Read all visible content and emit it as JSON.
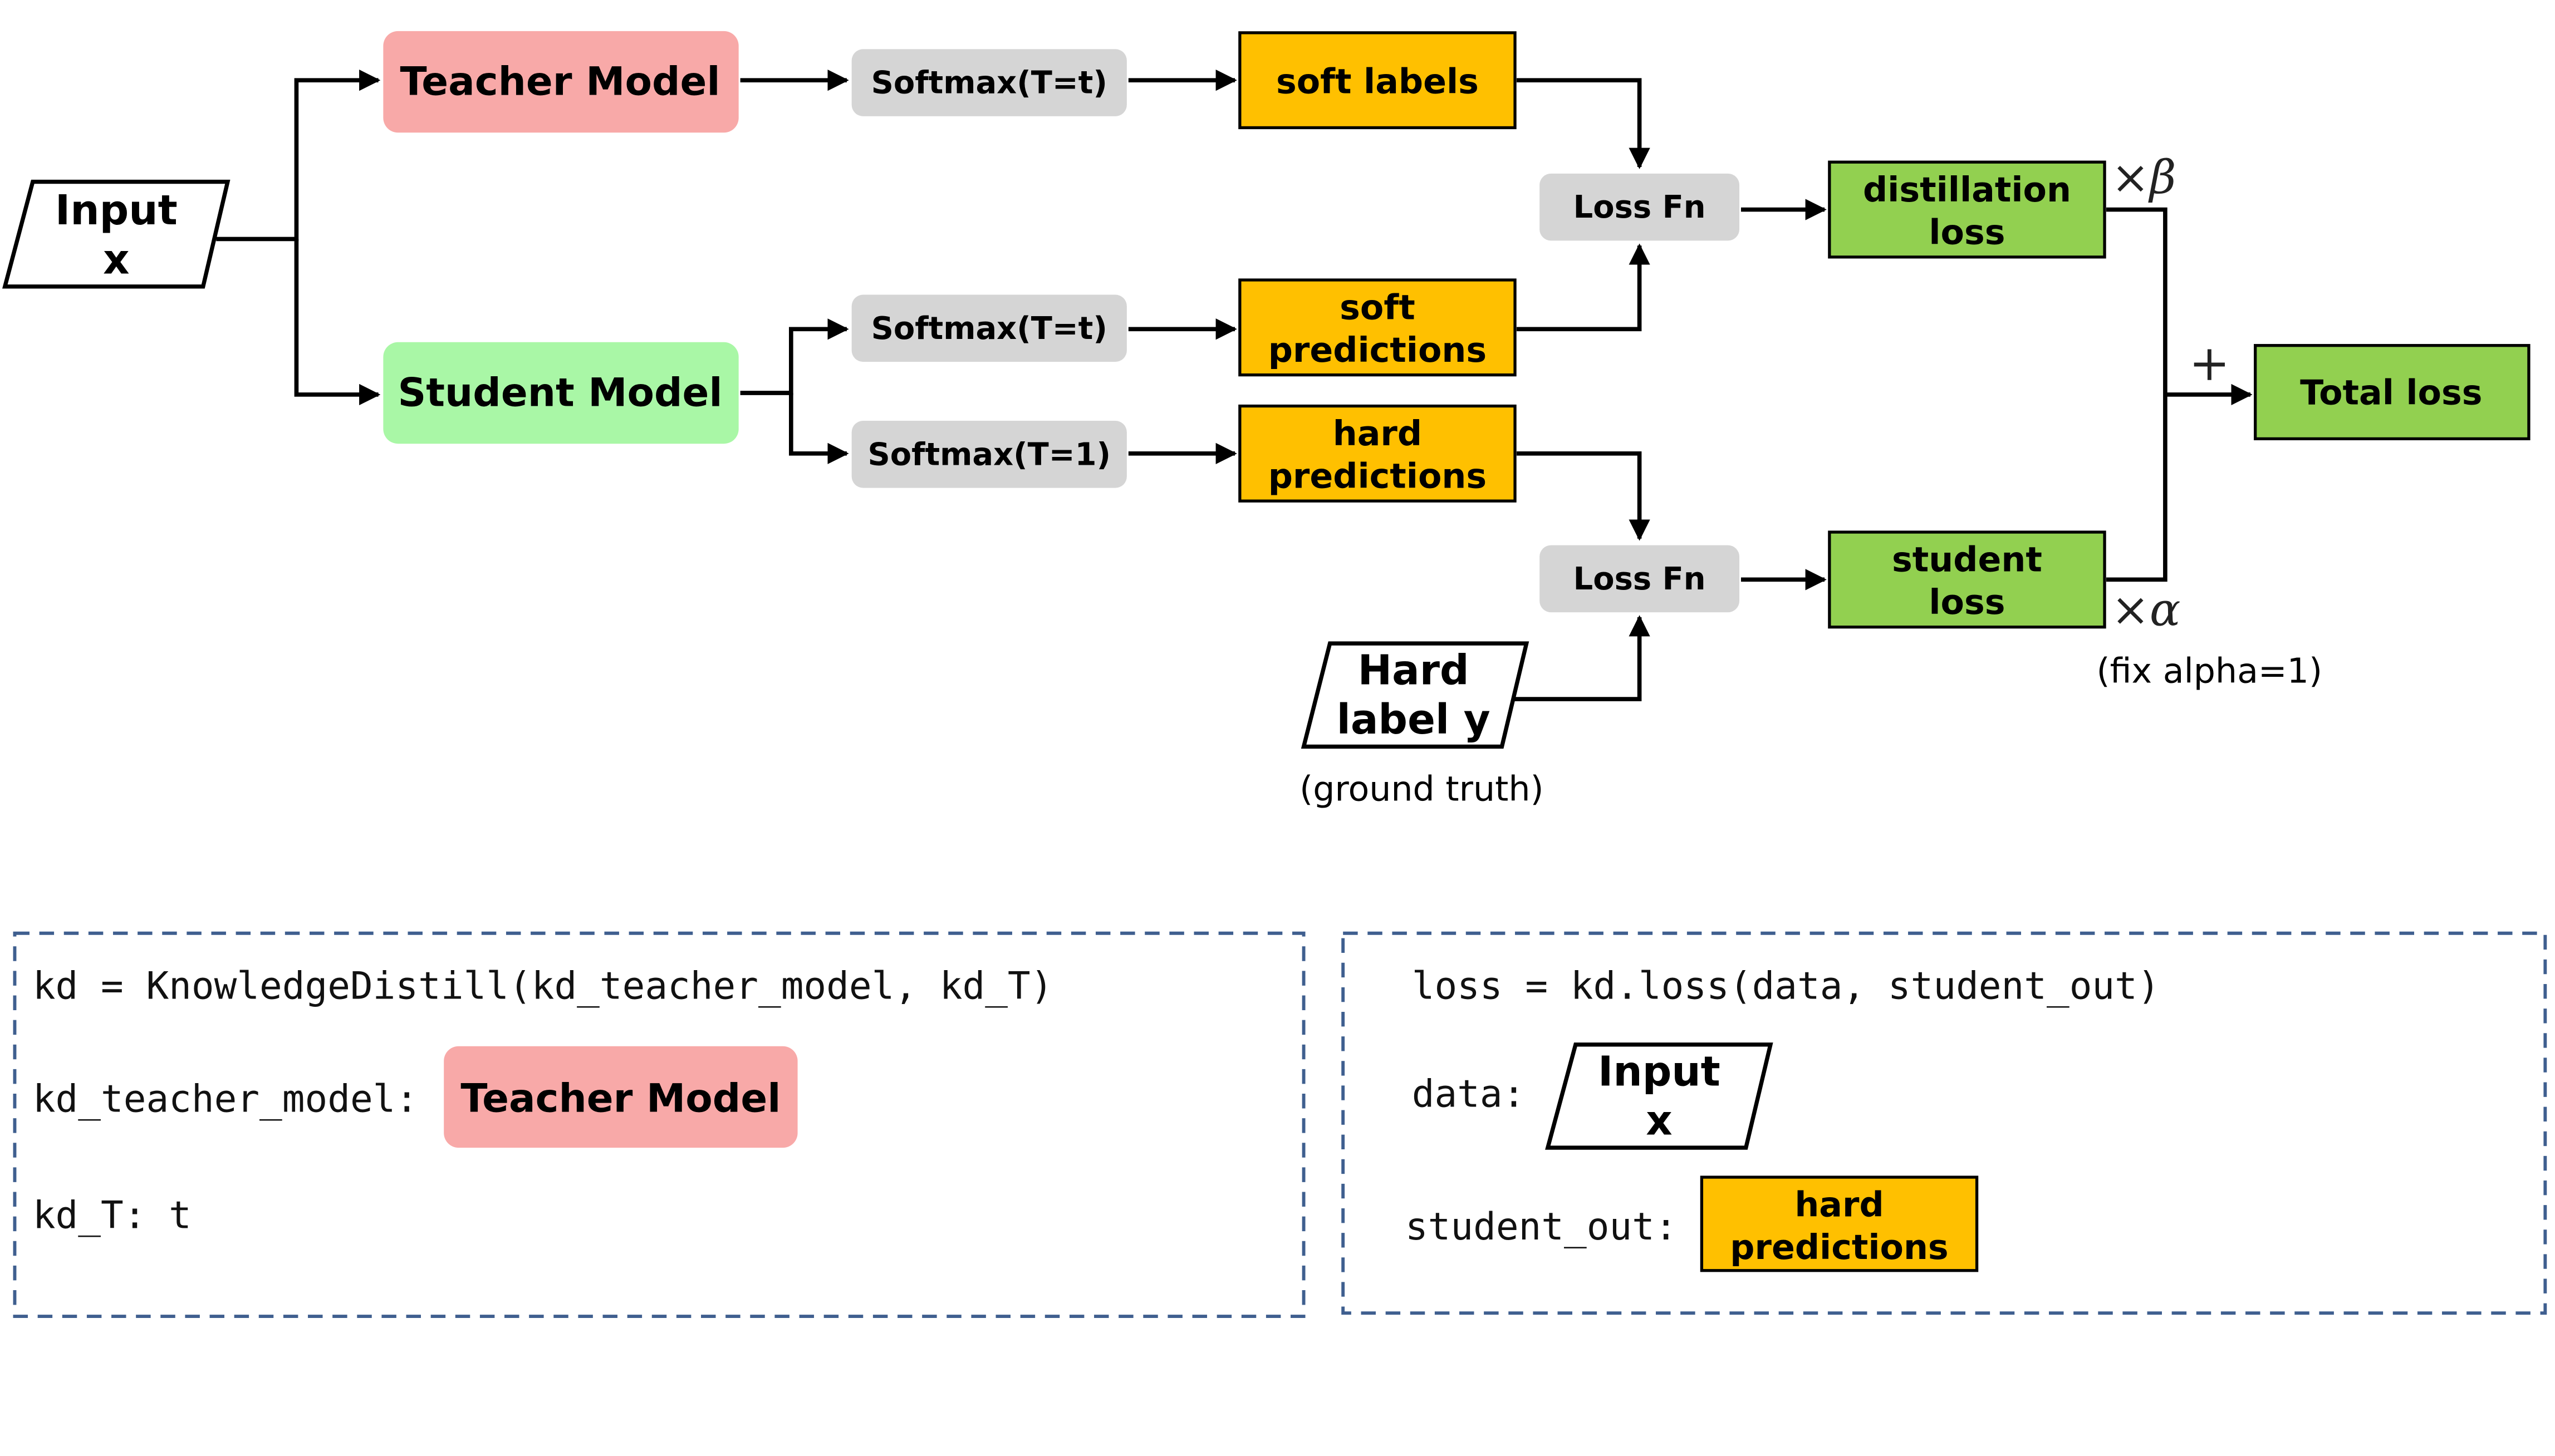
{
  "colors": {
    "teacher": "#f8a9a8",
    "student": "#a9f7a6",
    "softmax": "#d5d5d5",
    "orange": "#ffc000",
    "green": "#92d050",
    "dashed_border": "#3f5f8f"
  },
  "diagram": {
    "input": [
      "Input",
      "x"
    ],
    "teacher": "Teacher Model",
    "student": "Student Model",
    "softmax_teacher": "Softmax(T=t)",
    "softmax_student_soft": "Softmax(T=t)",
    "softmax_student_hard": "Softmax(T=1)",
    "soft_labels": "soft labels",
    "soft_predictions": [
      "soft",
      "predictions"
    ],
    "hard_predictions": [
      "hard",
      "predictions"
    ],
    "loss_fn_top": "Loss Fn",
    "loss_fn_bottom": "Loss Fn",
    "hard_label": [
      "Hard",
      "label y"
    ],
    "ground_truth": "(ground truth)",
    "distillation_loss": [
      "distillation",
      "loss"
    ],
    "student_loss": [
      "student",
      "loss"
    ],
    "total_loss": "Total loss",
    "times_beta": "×β",
    "times_alpha": "×α",
    "plus": "+",
    "fix_alpha": "(fix alpha=1)"
  },
  "code_left": {
    "line1": "kd = KnowledgeDistill(kd_teacher_model, kd_T)",
    "teacher_label": "kd_teacher_model:",
    "teacher_box": "Teacher Model",
    "kd_t": "kd_T: t"
  },
  "code_right": {
    "line1": "loss = kd.loss(data, student_out)",
    "data_label": "data:",
    "data_box": [
      "Input",
      "x"
    ],
    "student_out_label": "student_out:",
    "student_out_box": [
      "hard",
      "predictions"
    ]
  }
}
